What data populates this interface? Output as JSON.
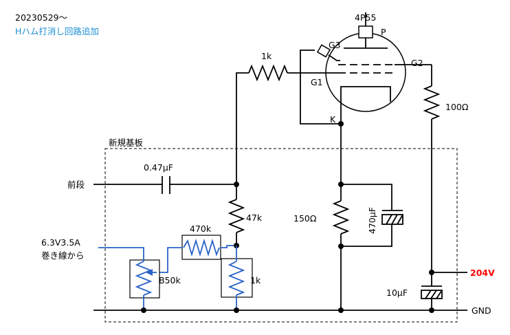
{
  "header": {
    "date": "20230529～",
    "title": "Hハム打消し回路追加"
  },
  "tube": {
    "name": "4P55",
    "pin_p": "P",
    "pin_g3": "G3",
    "pin_g2": "G2",
    "pin_g1": "G1",
    "pin_k": "K"
  },
  "components": {
    "r_grid": "1k",
    "r_g2": "100Ω",
    "c_input": "0.47μF",
    "r_47k": "47k",
    "r_470k": "470k",
    "r_1k_bottom": "1k",
    "pot": "B50k",
    "r_cathode": "150Ω",
    "c_cathode": "470μF",
    "c_supply": "10μF"
  },
  "board_label": "新規基板",
  "terminals": {
    "input": "前段",
    "heater": [
      "6.3V3.5A",
      "巻き線から"
    ],
    "b_plus": "204V",
    "gnd": "GND"
  },
  "colors": {
    "accent_blue": "#1e8fd4",
    "wire_blue": "#2a62c8",
    "warning_red": "#ff0000"
  }
}
